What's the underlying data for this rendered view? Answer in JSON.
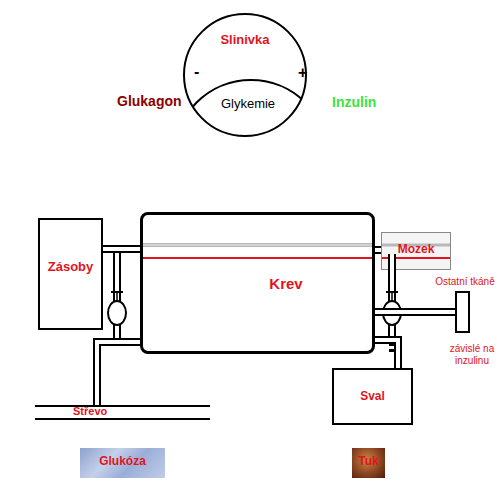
{
  "diagram": {
    "nodes": [
      {
        "text": [
          "Slinivka"
        ]
      },
      {
        "text": [
          "Glykemie"
        ],
        "in": 0
      },
      {
        "text": [
          "Zásoby"
        ]
      },
      {
        "text": [
          "Krev"
        ]
      },
      {
        "text": [
          "Mozek"
        ]
      },
      {
        "text": [
          "Ostatní tkáně",
          "závislé na inzulinu"
        ]
      },
      {
        "text": [
          "Sval"
        ]
      },
      {
        "text": [
          "Střevo"
        ]
      },
      {
        "text": [
          "Glukóza"
        ]
      },
      {
        "text": [
          "Tuk"
        ]
      }
    ],
    "edges": [
      {
        "from": 2,
        "to": 3,
        "arrow": "none"
      },
      {
        "from": 7,
        "to": 3,
        "arrow": "none"
      },
      {
        "from": 3,
        "to": 4,
        "arrow": "none"
      },
      {
        "from": 3,
        "to": 5,
        "arrow": "none"
      },
      {
        "from": 3,
        "to": 6,
        "arrow": "none"
      }
    ],
    "labels": [
      "Glukagon",
      "-",
      "+",
      "Inzulin"
    ]
  }
}
